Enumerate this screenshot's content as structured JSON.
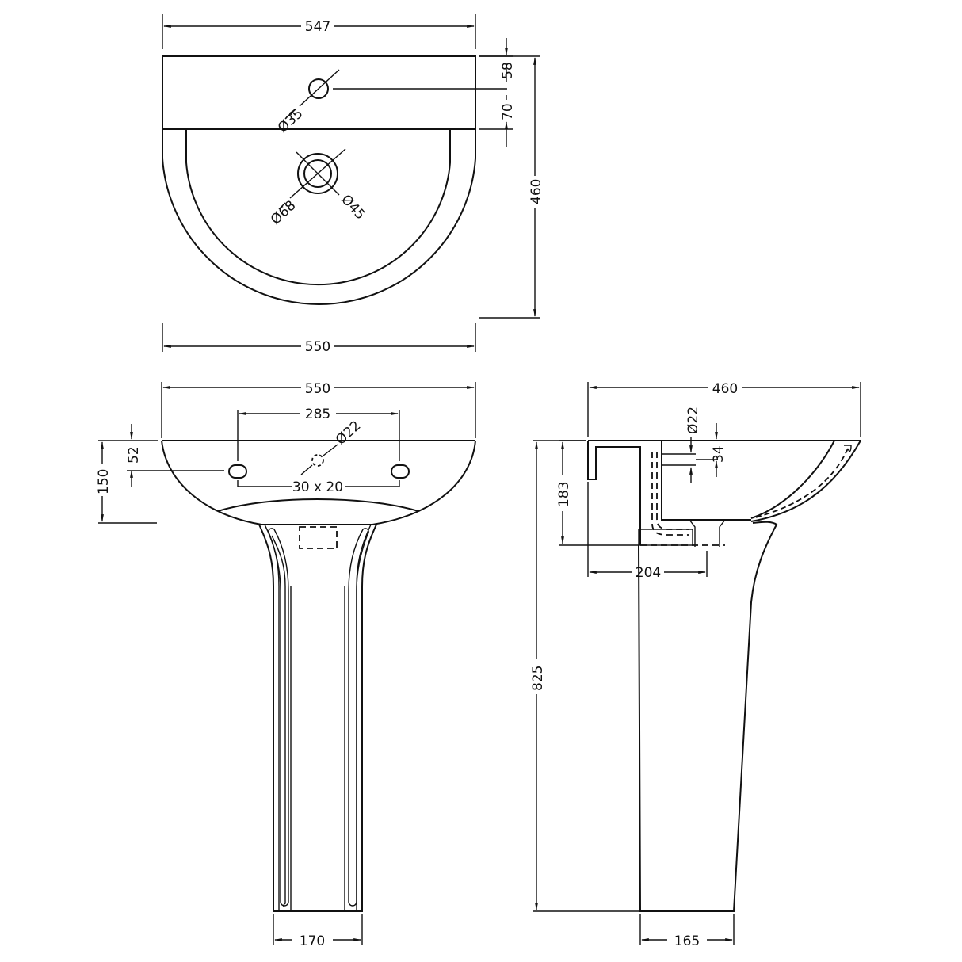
{
  "drawing": {
    "subject": "Pedestal basin technical drawing",
    "units": "mm",
    "line_color": "#111111",
    "background": "#ffffff"
  },
  "plan_view": {
    "top_width": "547",
    "bottom_width": "550",
    "depth": "460",
    "tap_hole_offset": "58",
    "rim_to_tap": "70",
    "tap_hole_diameter": "Ø35",
    "waste_outer_diameter": "Ø68",
    "waste_inner_diameter": "Ø45"
  },
  "front_view": {
    "width": "550",
    "fixing_centres": "285",
    "overflow_diameter": "Ø22",
    "fixing_slot_size": "30 x 20",
    "fixing_height": "52",
    "bowl_depth": "150",
    "pedestal_base_width": "170"
  },
  "side_view": {
    "depth": "460",
    "overflow_diameter": "Ø22",
    "overflow_offset": "34",
    "waste_height": "183",
    "waste_projection": "204",
    "overall_height": "825",
    "pedestal_base_depth": "165"
  }
}
